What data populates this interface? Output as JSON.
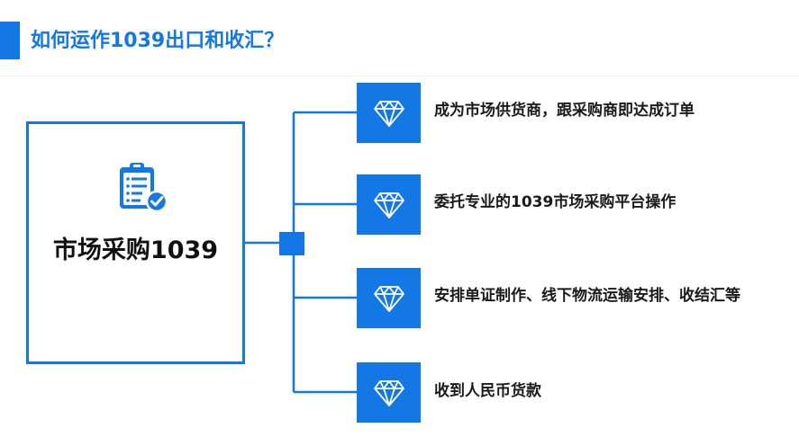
{
  "header": {
    "title": "如何运作1039出口和收汇？"
  },
  "main_box": {
    "icon": "clipboard-check-icon",
    "label": "市场采购1039"
  },
  "items": [
    {
      "icon": "diamond-icon",
      "label": "成为市场供货商，跟采购商即达成订单"
    },
    {
      "icon": "diamond-icon",
      "label": "委托专业的1039市场采购平台操作"
    },
    {
      "icon": "diamond-icon",
      "label": "安排单证制作、线下物流运输安排、收结汇等"
    },
    {
      "icon": "diamond-icon",
      "label": "收到人民币货款"
    }
  ],
  "colors": {
    "accent": "#1477e6",
    "text": "#1a1a1a",
    "background": "#ffffff"
  }
}
